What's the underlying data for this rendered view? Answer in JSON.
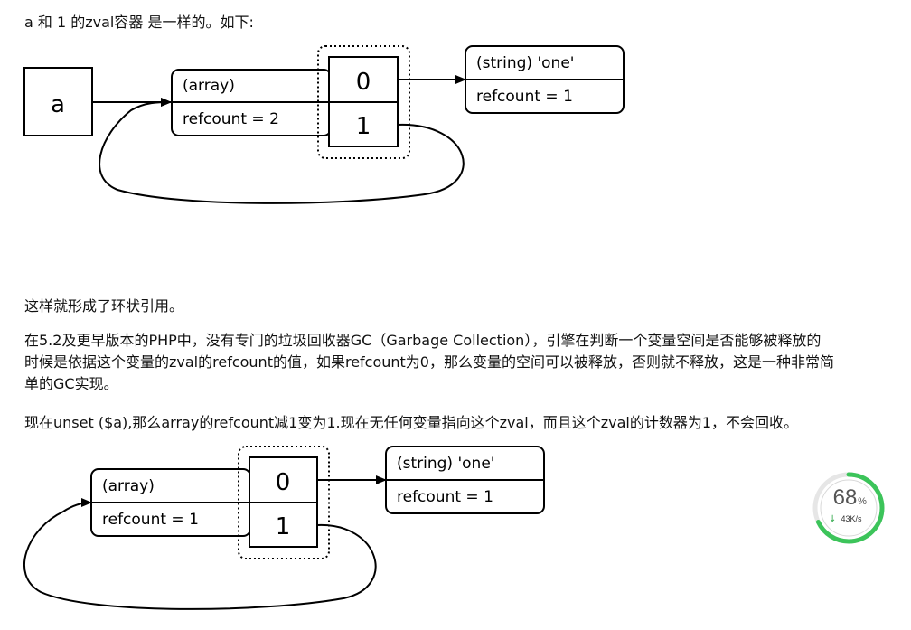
{
  "paragraphs": {
    "intro": "a 和 1 的zval容器 是一样的。如下:",
    "circular": "这样就形成了环状引用。",
    "gc_line1": "在5.2及更早版本的PHP中，没有专门的垃圾回收器GC（Garbage Collection），引擎在判断一个变量空间是否能够被释放的",
    "gc_line2": "时候是依据这个变量的zval的refcount的值，如果refcount为0，那么变量的空间可以被释放，否则就不释放，这是一种非常简",
    "gc_line3": "单的GC实现。",
    "unset": "现在unset ($a),那么array的refcount减1变为1.现在无任何变量指向这个zval，而且这个zval的计数器为1，不会回收。"
  },
  "diagram1": {
    "var_label": "a",
    "array_type": "(array)",
    "array_refcount": "refcount = 2",
    "key0": "0",
    "key1": "1",
    "string_type": "(string) 'one'",
    "string_refcount": "refcount = 1"
  },
  "diagram2": {
    "array_type": "(array)",
    "array_refcount": "refcount = 1",
    "key0": "0",
    "key1": "1",
    "string_type": "(string) 'one'",
    "string_refcount": "refcount = 1"
  },
  "speed_widget": {
    "percent": "68",
    "percent_sign": "%",
    "speed": "43K/s",
    "arrow": "↓",
    "progress": 0.68,
    "accent_color": "#3cc45a"
  }
}
